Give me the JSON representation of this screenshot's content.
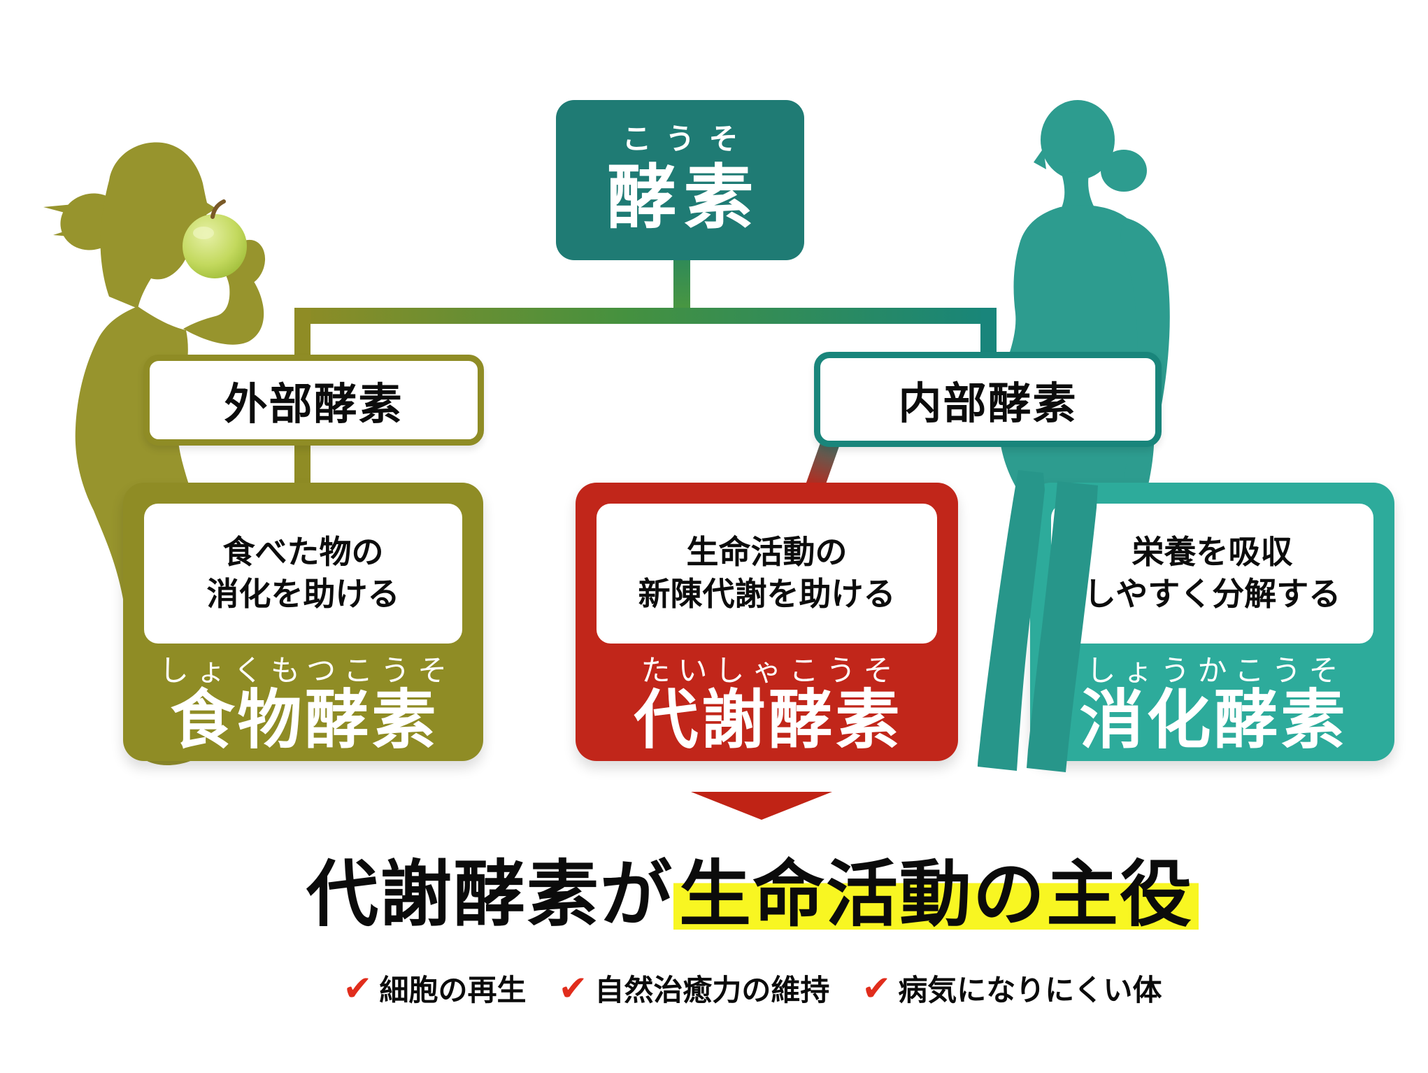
{
  "palette": {
    "root_teal": "#1f7b74",
    "teal_border": "#19857b",
    "card_teal": "#2dab9b",
    "silhouette_teal": "#2d9c8f",
    "legs_teal": "#27968a",
    "olive": "#8f8c25",
    "silhouette_olive": "#97942d",
    "red": "#c1261a",
    "arrow_red": "#c02315",
    "check_red": "#e12d1c",
    "highlight_yellow": "#f8f622",
    "connector_green": "#45913f",
    "text_black": "#0b0b0b",
    "white": "#ffffff"
  },
  "root": {
    "furigana": "こうそ",
    "label": "酵素"
  },
  "branches": {
    "left": {
      "label": "外部酵素"
    },
    "right": {
      "label": "内部酵素"
    }
  },
  "cards": [
    {
      "id": "food-enzyme",
      "color": "#8f8c25",
      "desc_line1": "食べた物の",
      "desc_line2": "消化を助ける",
      "furigana": "しょくもつこうそ",
      "title": "食物酵素"
    },
    {
      "id": "metabolic-enzyme",
      "color": "#c1261a",
      "desc_line1": "生命活動の",
      "desc_line2": "新陳代謝を助ける",
      "furigana": "たいしゃこうそ",
      "title": "代謝酵素"
    },
    {
      "id": "digestive-enzyme",
      "color": "#2dab9b",
      "desc_line1": "栄養を吸収",
      "desc_line2": "しやすく分解する",
      "furigana": "しょうかこうそ",
      "title": "消化酵素"
    }
  ],
  "conclusion": {
    "plain": "代謝酵素が",
    "highlighted": "生命活動の主役"
  },
  "benefits": [
    {
      "label": "細胞の再生"
    },
    {
      "label": "自然治癒力の維持"
    },
    {
      "label": "病気になりにくい体"
    }
  ],
  "icons": {
    "check": "✔",
    "apple": "green-apple"
  }
}
